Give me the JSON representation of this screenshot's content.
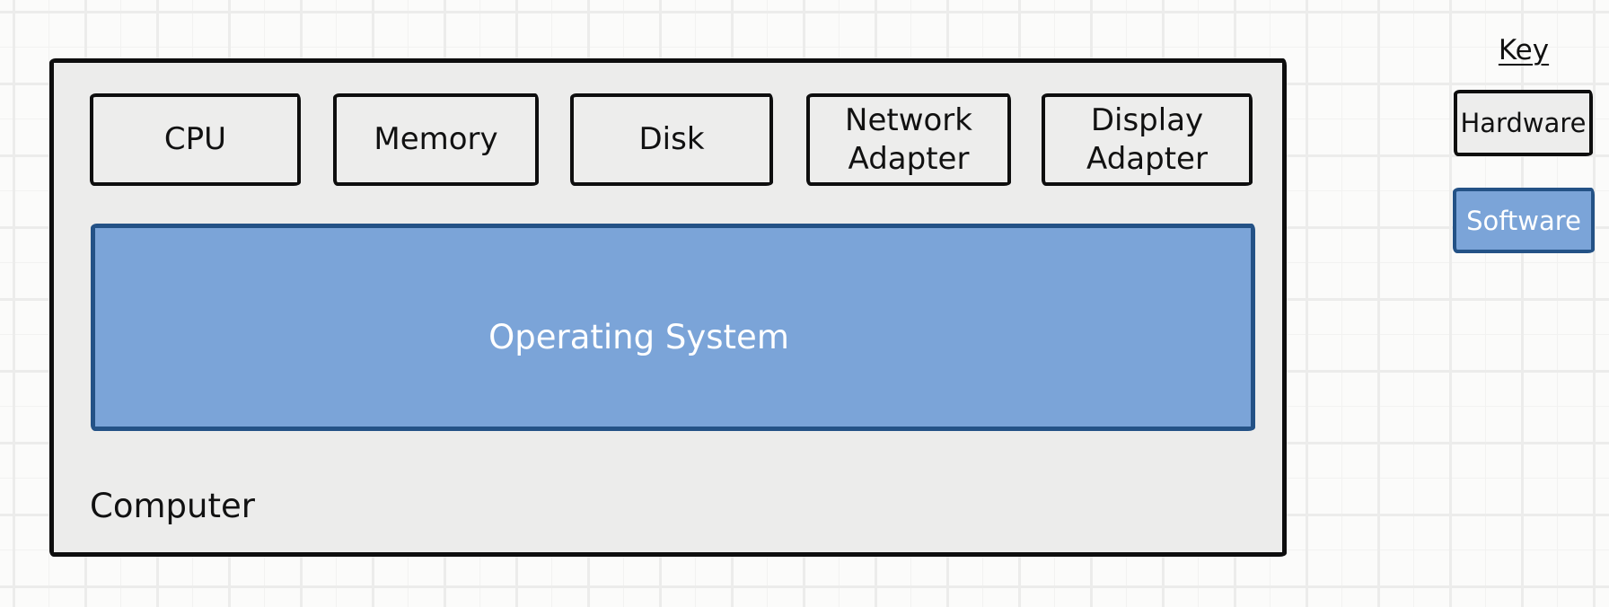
{
  "computer": {
    "label": "Computer",
    "hardware_components": [
      "CPU",
      "Memory",
      "Disk",
      "Network Adapter",
      "Display Adapter"
    ],
    "operating_system_label": "Operating System"
  },
  "key": {
    "title": "Key",
    "hardware_label": "Hardware",
    "software_label": "Software"
  },
  "colors": {
    "canvas_background": "#fbfbfa",
    "hardware_fill": "#ececeb",
    "hardware_border": "#0e0e0e",
    "software_fill": "#7ba4d8",
    "software_border": "#245286"
  }
}
